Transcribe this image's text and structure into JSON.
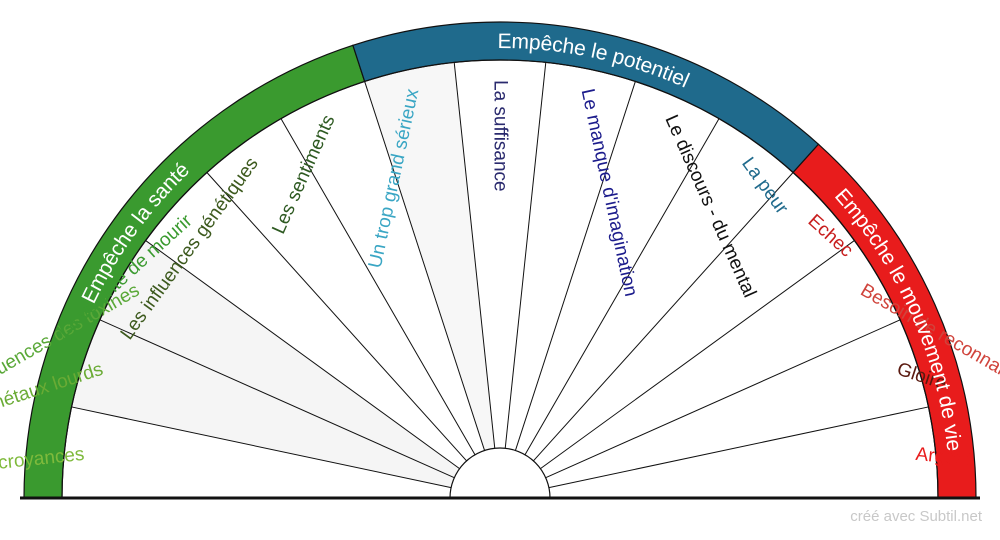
{
  "credit": "créé avec Subtil.net",
  "groups": [
    {
      "label": "Empêche la santé",
      "color": "#3a9a2f",
      "text_color": "#ffffff",
      "start": 0,
      "end": 6
    },
    {
      "label": "Empêche le potentiel",
      "color": "#1f6a8c",
      "text_color": "#ffffff",
      "start": 6,
      "end": 11
    },
    {
      "label": "Empêche le mouvement de vie",
      "color": "#e81c1c",
      "text_color": "#ffffff",
      "start": 11,
      "end": 15
    }
  ],
  "sectors": [
    {
      "label": "L'influence des croyances",
      "color": "#7fba3c",
      "bg": "#ffffff"
    },
    {
      "label": "L'influences des métaux lourds",
      "color": "#6aab35",
      "bg": "#f5f5f5"
    },
    {
      "label": "L'influences des toxines",
      "color": "#5aa838",
      "bg": "#f5f5f5"
    },
    {
      "label": "La volonté de mourir",
      "color": "#3a9a2f",
      "bg": "#ffffff"
    },
    {
      "label": "Les influences génétiques",
      "color": "#3d5a1e",
      "bg": "#ffffff"
    },
    {
      "label": "Les sentiments",
      "color": "#2e5a22",
      "bg": "#ffffff"
    },
    {
      "label": "Un trop grand sérieux",
      "color": "#3aa6c4",
      "bg": "#f7f7f7"
    },
    {
      "label": "La suffisance",
      "color": "#2a2a6e",
      "bg": "#ffffff"
    },
    {
      "label": "Le manque d'imagination",
      "color": "#1c1c8c",
      "bg": "#ffffff"
    },
    {
      "label": "Le discours - du mental",
      "color": "#111111",
      "bg": "#ffffff"
    },
    {
      "label": "La peur",
      "color": "#1f6a8c",
      "bg": "#ffffff"
    },
    {
      "label": "Echec",
      "color": "#c81e1e",
      "bg": "#ffffff"
    },
    {
      "label": "Besoin de reconnaissance",
      "color": "#d0443c",
      "bg": "#ffffff"
    },
    {
      "label": "Gloire",
      "color": "#5a1a10",
      "bg": "#ffffff"
    },
    {
      "label": "Argent",
      "color": "#e81c1c",
      "bg": "#ffffff"
    }
  ]
}
